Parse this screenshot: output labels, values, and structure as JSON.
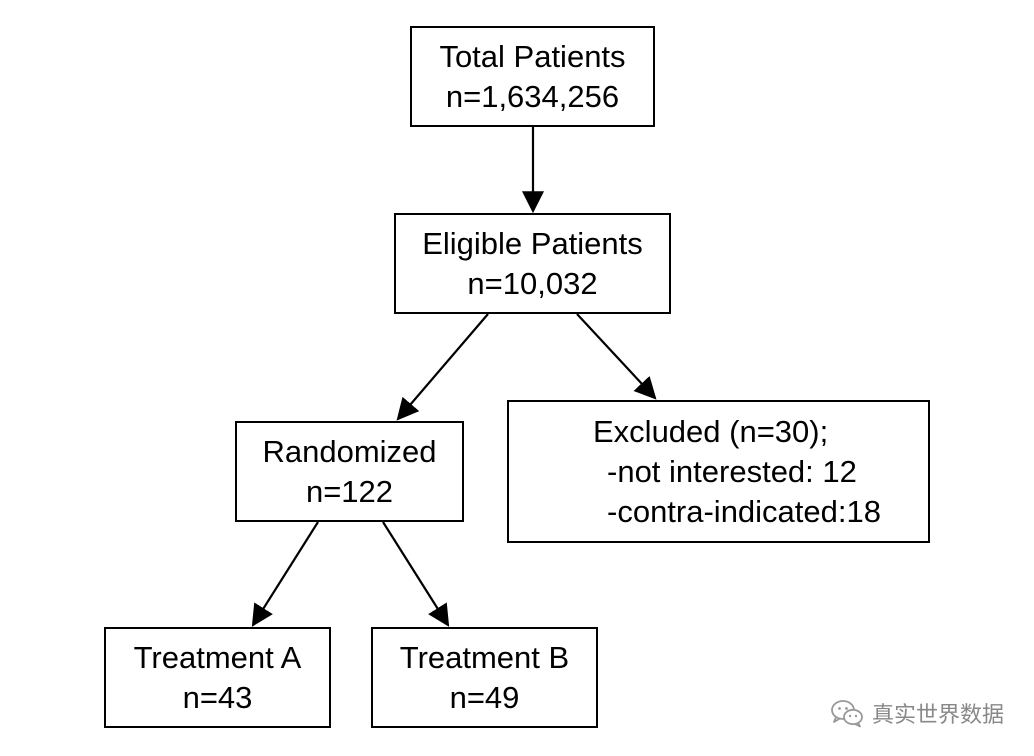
{
  "diagram": {
    "type": "flowchart",
    "nodes": {
      "total": {
        "lines": [
          "Total Patients",
          "n=1,634,256"
        ]
      },
      "eligible": {
        "lines": [
          "Eligible Patients",
          "n=10,032"
        ]
      },
      "random": {
        "lines": [
          "Randomized",
          "n=122"
        ]
      },
      "excluded": {
        "lines": [
          "Excluded (n=30);",
          "-not interested: 12",
          "-contra-indicated:18"
        ]
      },
      "treatA": {
        "lines": [
          "Treatment A",
          "n=43"
        ]
      },
      "treatB": {
        "lines": [
          "Treatment B",
          "n=49"
        ]
      }
    },
    "edges": [
      {
        "from": "total",
        "to": "eligible"
      },
      {
        "from": "eligible",
        "to": "random"
      },
      {
        "from": "eligible",
        "to": "excluded"
      },
      {
        "from": "random",
        "to": "treatA"
      },
      {
        "from": "random",
        "to": "treatB"
      }
    ]
  },
  "watermark": {
    "text": "真实世界数据",
    "icon": "wechat-icon",
    "color": "#888888"
  }
}
